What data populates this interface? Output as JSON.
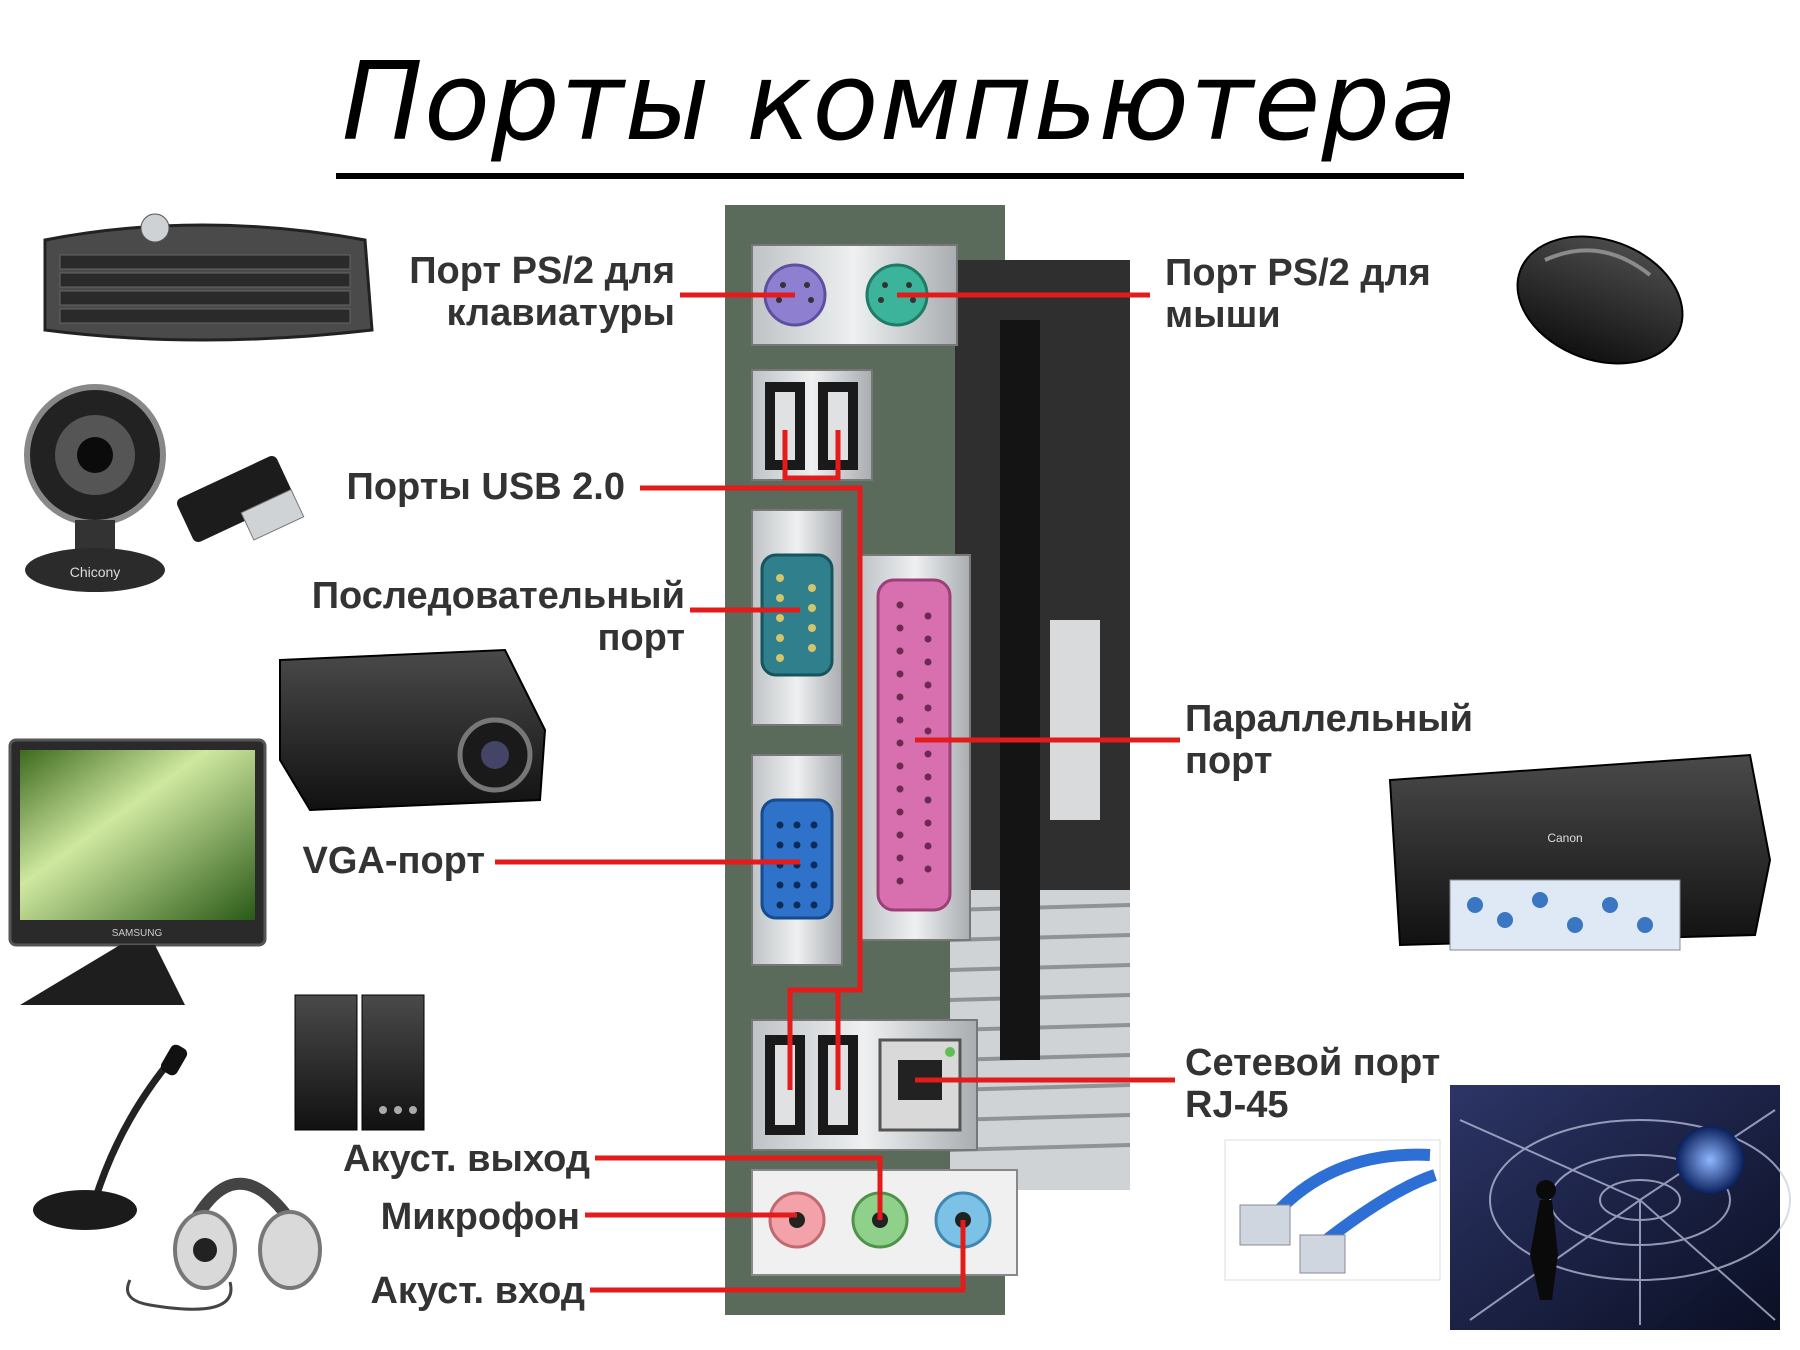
{
  "title": "Порты компьютера",
  "labels": {
    "ps2_keyboard": {
      "line1": "Порт PS/2 для",
      "line2": "клавиатуры"
    },
    "ps2_mouse": {
      "line1": "Порт PS/2 для",
      "line2": "мыши"
    },
    "usb": {
      "line1": "Порты USB 2.0"
    },
    "serial": {
      "line1": "Последовательный",
      "line2": "порт"
    },
    "parallel": {
      "line1": "Параллельный",
      "line2": "порт"
    },
    "vga": {
      "line1": "VGA-порт"
    },
    "network": {
      "line1": "Сетевой порт",
      "line2": "RJ-45"
    },
    "audio_out": {
      "line1": "Акуст. выход"
    },
    "microphone": {
      "line1": "Микрофон"
    },
    "audio_in": {
      "line1": "Акуст. вход"
    }
  },
  "device_text": {
    "webcam_brand": "Chicony",
    "monitor_brand": "SAMSUNG",
    "printer_brand": "Canon"
  },
  "colors": {
    "leader_line": "#e31b1b",
    "ps2_keyboard_port": "#8f7fd1",
    "ps2_mouse_port": "#3cb39b",
    "serial_port": "#2f7f8c",
    "parallel_port": "#d86fae",
    "vga_port": "#2e73c9",
    "audio_pink": "#f2a2a8",
    "audio_green": "#8fd08a",
    "audio_blue": "#7cc1e6"
  }
}
